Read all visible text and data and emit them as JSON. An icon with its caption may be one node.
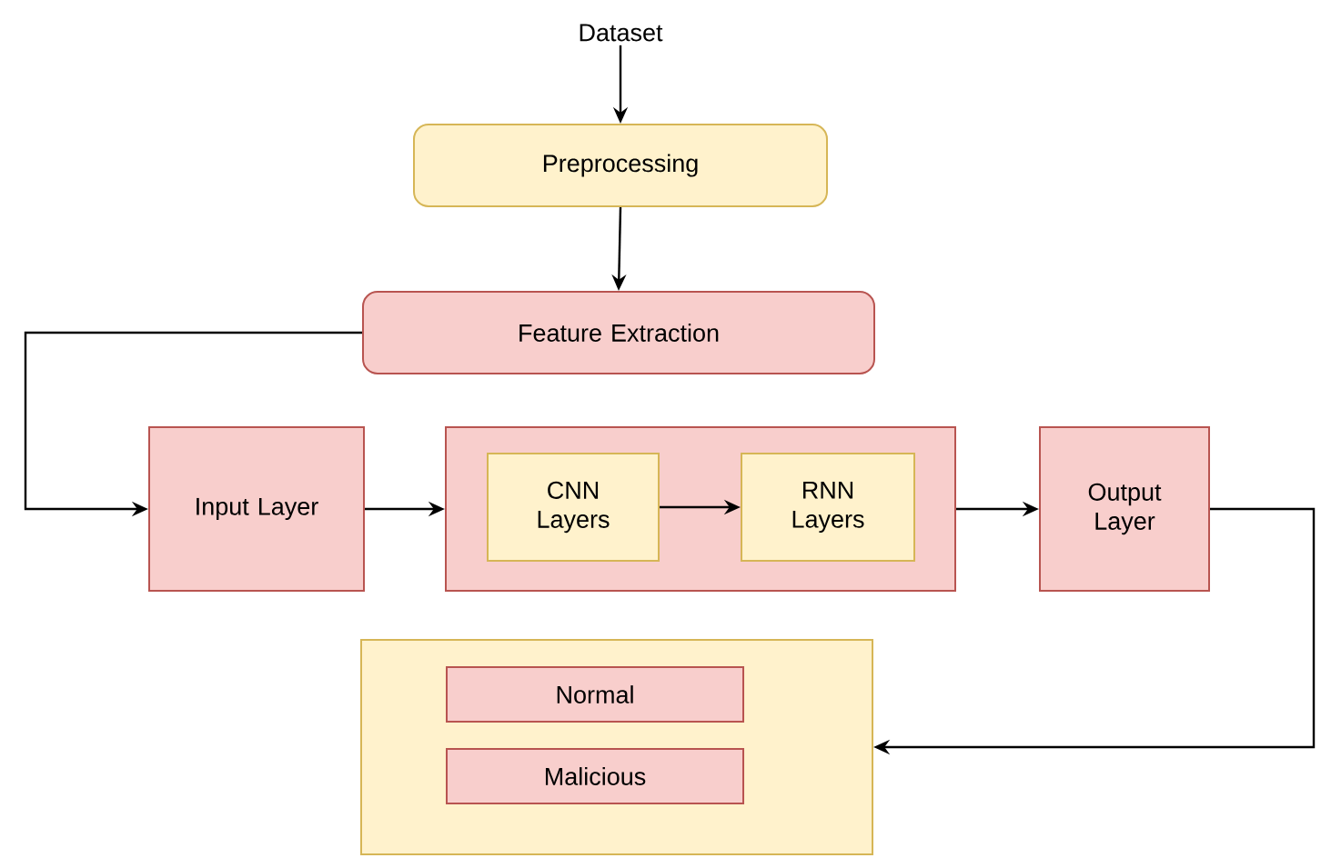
{
  "diagram": {
    "nodes": [
      {
        "text": [
          "Dataset"
        ]
      },
      {
        "text": [
          "Preprocessing"
        ]
      },
      {
        "text": [
          "Feature Extraction"
        ]
      },
      {
        "text": [
          "Input Layer"
        ]
      },
      {
        "text": [],
        "shape": "box"
      },
      {
        "text": [
          "CNN Layers"
        ],
        "in": 4
      },
      {
        "text": [
          "RNN Layers"
        ],
        "in": 4
      },
      {
        "text": [
          "Output Layer"
        ]
      },
      {
        "text": [],
        "shape": "box"
      },
      {
        "text": [
          "Normal"
        ],
        "in": 8
      },
      {
        "text": [
          "Malicious"
        ],
        "in": 8
      }
    ],
    "edges": [
      {
        "from": 0,
        "to": 1,
        "arrow": "to"
      },
      {
        "from": 1,
        "to": 2,
        "arrow": "to"
      },
      {
        "from": 2,
        "to": 3,
        "arrow": "to"
      },
      {
        "from": 3,
        "to": 4,
        "arrow": "to"
      },
      {
        "from": 5,
        "to": 6,
        "arrow": "to"
      },
      {
        "from": 4,
        "to": 7,
        "arrow": "to"
      },
      {
        "from": 7,
        "to": 8,
        "arrow": "to"
      }
    ]
  }
}
